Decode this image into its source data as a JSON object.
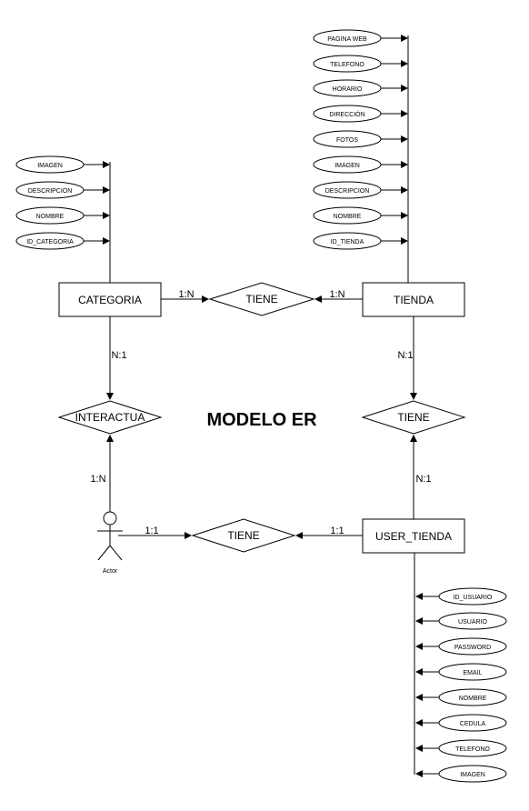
{
  "diagram": {
    "title": "MODELO ER",
    "entities": {
      "categoria": "CATEGORIA",
      "tienda": "TIENDA",
      "user_tienda": "USER_TIENDA"
    },
    "relationships": {
      "top": "TIENE",
      "interactua": "INTERACTUA",
      "right": "TIENE",
      "bottom": "TIENE"
    },
    "actor_label": "Actor",
    "cardinalities": {
      "categoria_tiene": "1:N",
      "tienda_tiene": "1:N",
      "categoria_interactua": "N:1",
      "tienda_tiene_right": "N:1",
      "actor_interactua": "1:N",
      "user_tiene_right": "N:1",
      "actor_tiene": "1:1",
      "user_tiene_bottom": "1:1"
    },
    "categoria_attributes": [
      "IMAGEN",
      "DESCRIPCION",
      "NOMBRE",
      "ID_CATEGORIA"
    ],
    "tienda_attributes": [
      "PAGINA WEB",
      "TELEFONO",
      "HORARIO",
      "DIRECCIÓN",
      "FOTOS",
      "IMAGEN",
      "DESCRIPCION",
      "NOMBRE",
      "ID_TIENDA"
    ],
    "user_attributes": [
      "ID_USUARIO",
      "USUARIO",
      "PASSWORD",
      "EMAIL",
      "NOMBRE",
      "CEDULA",
      "TELEFONO",
      "IMAGEN"
    ]
  }
}
